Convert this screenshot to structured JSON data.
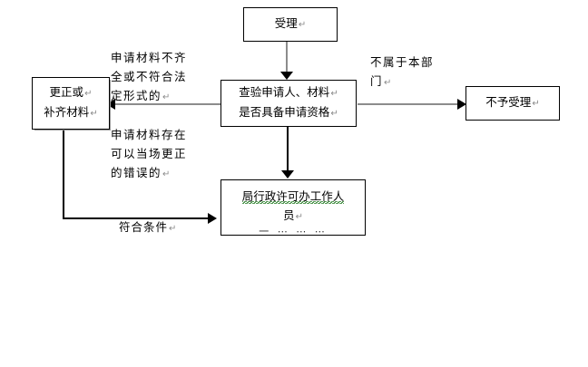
{
  "diagram": {
    "type": "flowchart",
    "title": "",
    "pilcrow": "↵",
    "nodes": [
      {
        "id": "accept",
        "name": "accept-application",
        "lines": [
          "受理"
        ]
      },
      {
        "id": "verify",
        "name": "verify-applicant-materials",
        "lines": [
          "查验申请人、材料",
          "是否具备申请资格"
        ]
      },
      {
        "id": "correct",
        "name": "correct-or-supplement-materials",
        "lines": [
          "更正或",
          "补齐材料"
        ]
      },
      {
        "id": "reject",
        "name": "not-accepted",
        "lines": [
          "不予受理"
        ]
      },
      {
        "id": "staff",
        "name": "administrative-license-staff",
        "lines": [
          "局行政许可办工作人",
          "员"
        ],
        "clipped_line": "一 ⋯ ⋯ ⋯",
        "spellcheck_segment": "许可办"
      }
    ],
    "edge_labels": [
      {
        "id": "incomplete",
        "name": "edge-label-incomplete-materials",
        "lines": [
          "申请材料不齐",
          "全或不符合法",
          "定形式的"
        ]
      },
      {
        "id": "onsite",
        "name": "edge-label-onsite-correctable",
        "lines": [
          "申请材料存在",
          "可以当场更正",
          "的错误的"
        ]
      },
      {
        "id": "notdept",
        "name": "edge-label-not-this-department",
        "lines": [
          "不属于本部",
          "门"
        ]
      },
      {
        "id": "qualified",
        "name": "edge-label-meets-conditions",
        "lines": [
          "符合条件"
        ]
      }
    ],
    "colors": {
      "line_gray": "#8c8c8c",
      "line_black": "#000000",
      "box_border": "#000000",
      "background": "#ffffff",
      "spellcheck": "#1f7a1f",
      "pilcrow": "#8a8a8a"
    }
  }
}
